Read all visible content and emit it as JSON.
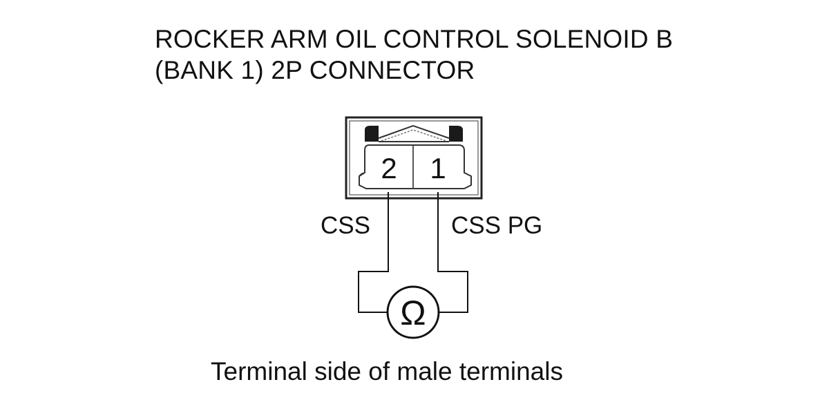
{
  "title": {
    "line1": "ROCKER ARM OIL CONTROL SOLENOID B",
    "line2": "(BANK 1) 2P CONNECTOR"
  },
  "connector": {
    "terminals": [
      {
        "number": "2",
        "signal": "CSS"
      },
      {
        "number": "1",
        "signal": "CSS PG"
      }
    ]
  },
  "meter": {
    "symbol": "Ω",
    "icon": "ohmmeter-icon"
  },
  "caption": "Terminal side of male terminals"
}
